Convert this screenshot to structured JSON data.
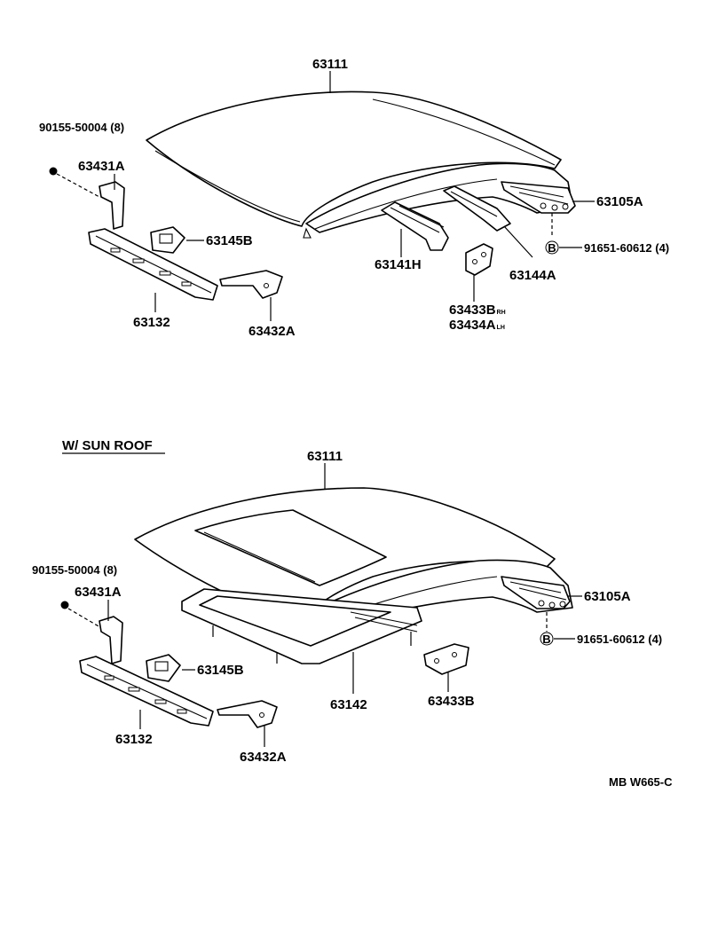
{
  "diagram": {
    "top_section": {
      "roof_panel": "63111",
      "screw": "90155-50004 (8)",
      "bracket_front": "63431A",
      "reinforcement_small": "63145B",
      "rear_rail": "63105A",
      "bolt_marker": "B",
      "bolt": "91651-60612 (4)",
      "roof_bow_h": "63141H",
      "roof_bow_a": "63144A",
      "bracket_rh_code": "63433B",
      "bracket_rh_suffix": "RH",
      "bracket_lh_code": "63434A",
      "bracket_lh_suffix": "LH",
      "front_header": "63132",
      "corner_bracket": "63432A"
    },
    "sunroof_section": {
      "heading": "W/ SUN ROOF",
      "roof_panel": "63111",
      "screw": "90155-50004 (8)",
      "bracket_front": "63431A",
      "rear_rail": "63105A",
      "bolt_marker": "B",
      "bolt": "91651-60612 (4)",
      "reinforcement_small": "63145B",
      "sunroof_frame": "63142",
      "bracket": "63433B",
      "front_header": "63132",
      "corner_bracket": "63432A"
    },
    "footer_code": "MB W665-C"
  }
}
